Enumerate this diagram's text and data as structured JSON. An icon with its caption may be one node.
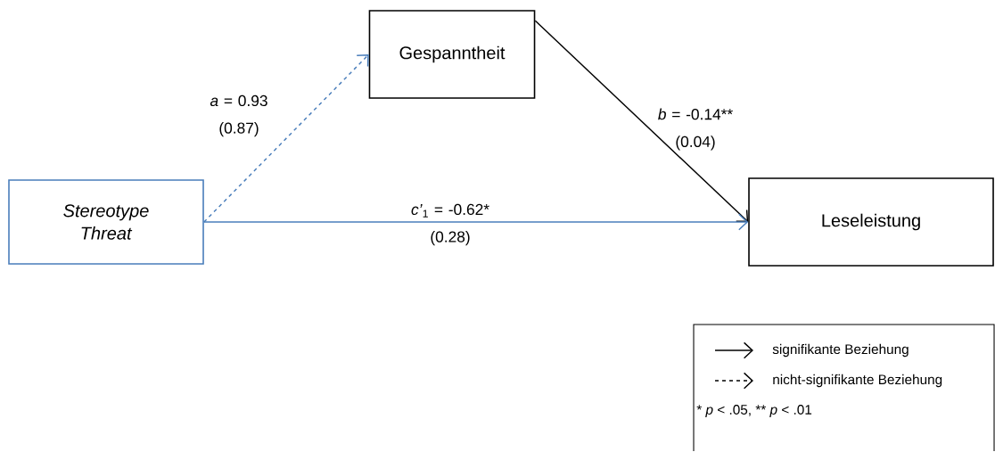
{
  "diagram": {
    "nodes": [
      {
        "text": [
          "*Stereotype Threat*"
        ]
      },
      {
        "text": [
          "Gespanntheit"
        ]
      },
      {
        "text": [
          "Leseleistung"
        ]
      }
    ],
    "edges": [
      {
        "from": 0,
        "to": 1,
        "arrow": "to",
        "style": "dashed",
        "label": "*a* = 0.93 (0.87)"
      },
      {
        "from": 1,
        "to": 2,
        "arrow": "to",
        "color": "#000000",
        "label": "*b* = -0.14** (0.04)"
      },
      {
        "from": 0,
        "to": 2,
        "arrow": "to",
        "label": "*c’*$_{1}$ = -0.62* (0.28)"
      }
    ],
    "labels": [
      "* *p* < .05, ** *p* < .01"
    ],
    "legend": [
      {
        "text": "signifikante Beziehung"
      },
      {
        "text": "nicht-signifikante Beziehung"
      }
    ]
  }
}
